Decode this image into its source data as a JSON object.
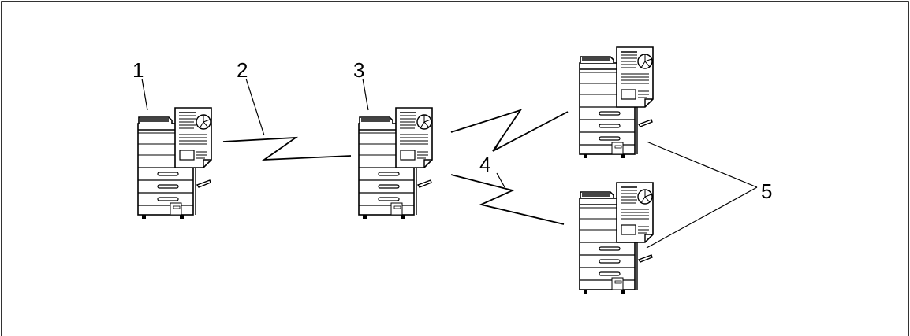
{
  "callouts": {
    "c1": "1",
    "c2": "2",
    "c3": "3",
    "c4": "4",
    "c5": "5"
  },
  "devices": [
    {
      "label": "1",
      "icon": "mfp-printer-icon"
    },
    {
      "label": "3",
      "icon": "mfp-printer-icon"
    },
    {
      "label": "5",
      "icon": "mfp-printer-icon"
    },
    {
      "label": "5",
      "icon": "mfp-printer-icon"
    }
  ],
  "colors": {
    "line": "#000000",
    "fill": "#ffffff"
  }
}
